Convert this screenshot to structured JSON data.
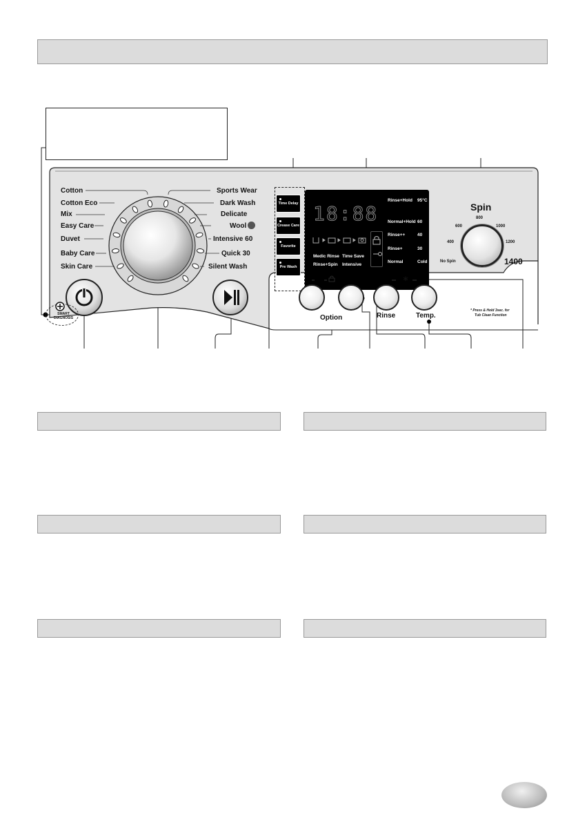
{
  "program_labels_left": [
    "Cotton",
    "Cotton Eco",
    "Mix",
    "Easy Care",
    "Duvet",
    "Baby Care",
    "Skin Care"
  ],
  "program_labels_right": [
    "Sports Wear",
    "Dark Wash",
    "Delicate",
    "Wool",
    "Intensive 60",
    "Quick 30",
    "Silent Wash"
  ],
  "program_buttons": [
    "Time Delay",
    "Crease Care",
    "Favorite",
    "Pre Wash"
  ],
  "display": {
    "digits": "18:88",
    "rinse_options": [
      "Rinse+Hold",
      "Normal+Hold",
      "Rinse++",
      "Rinse+",
      "Normal"
    ],
    "temperatures": [
      "95°C",
      "60",
      "40",
      "30",
      "Cold"
    ],
    "options_left": [
      "Medic Rinse",
      "Rinse+Spin"
    ],
    "options_right": [
      "Time Save",
      "Intensive"
    ]
  },
  "spin": {
    "title": "Spin",
    "speeds": [
      "No Spin",
      "400",
      "600",
      "800",
      "1000",
      "1200",
      "1400"
    ]
  },
  "controls": {
    "option_label": "Option",
    "rinse_label": "Rinse",
    "temp_label": "Temp.",
    "tub_clean_note_1": "* Press & Hold 3sec. for",
    "tub_clean_note_2": "Tub Clean Function"
  },
  "smart_diagnosis": "SMART DIAGNOSIS",
  "icons": [
    "power-icon",
    "play-pause-icon",
    "child-lock-icon",
    "key-icon",
    "tub-clean-star-icon",
    "wool-icon"
  ]
}
